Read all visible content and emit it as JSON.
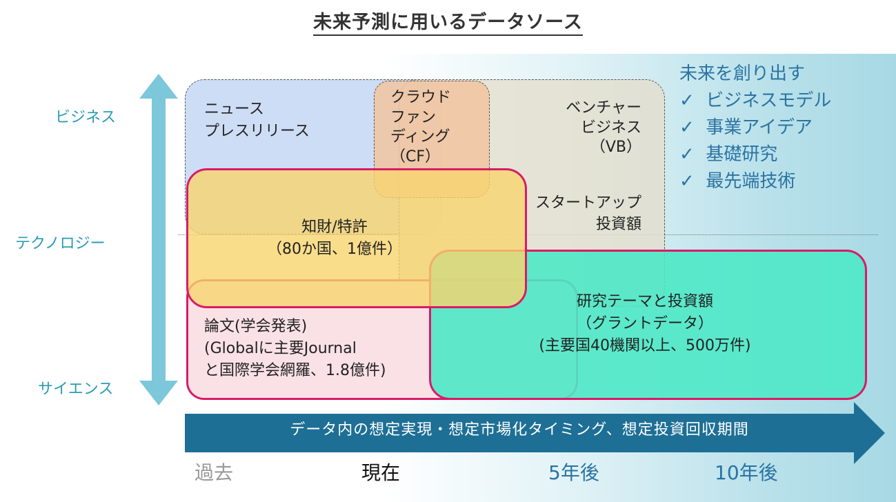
{
  "title": "未来予測に用いるデータソース",
  "y_axis": {
    "top": "ビジネス",
    "middle": "テクノロジー",
    "bottom": "サイエンス"
  },
  "boxes": {
    "news": "ニュース\nプレスリリース",
    "crowdfunding": "クラウド\nファン\nディング\n（CF）",
    "venture": "ベンチャー\nビジネス\n（VB）",
    "startup": "スタートアップ\n投資額",
    "patent": "知財/特許\n（80か国、1億件）",
    "papers": "論文(学会発表)\n(Globalに主要Journal\nと国際学会網羅、1.8億件)",
    "grants": "研究テーマと投資額\n（グラントデータ）\n(主要国40機関以上、500万件)"
  },
  "right_list": {
    "heading": "未来を創り出す",
    "items": [
      "ビジネスモデル",
      "事業アイデア",
      "基礎研究",
      "最先端技術"
    ],
    "check_icon": "check-icon"
  },
  "timeline": {
    "label": "データ内の想定実現・想定市場化タイミング、想定投資回収期間",
    "ticks": [
      "過去",
      "現在",
      "5年後",
      "10年後"
    ]
  },
  "colors": {
    "axis_arrow": "#7cc7da",
    "timeline_arrow": "#1e6f95",
    "box_border_pink": "#d81b66",
    "patent_fill": "#f7d56e",
    "grant_fill": "#4ee8c6",
    "accent_text": "#2b73a3",
    "axis_text": "#2a9bb3"
  }
}
